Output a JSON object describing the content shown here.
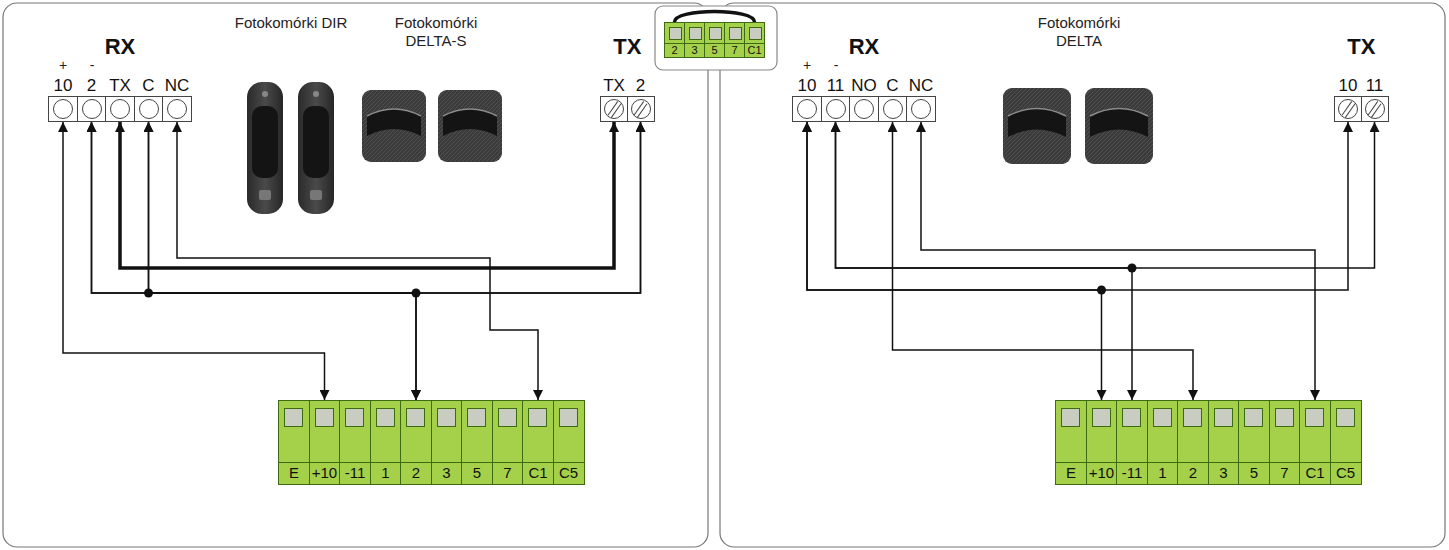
{
  "diagram": {
    "nodes": [
      {
        "text": [
          "RX"
        ]
      },
      {
        "text": [
          "10"
        ],
        "in": 0
      },
      {
        "text": [
          "2"
        ],
        "in": 0
      },
      {
        "text": [
          "TX"
        ],
        "in": 0
      },
      {
        "text": [
          "C"
        ],
        "in": 0
      },
      {
        "text": [
          "NC"
        ],
        "in": 0
      },
      {
        "text": [
          "TX"
        ]
      },
      {
        "text": [
          "TX"
        ],
        "in": 6
      },
      {
        "text": [
          "2"
        ],
        "in": 6
      },
      {},
      {
        "text": [
          "2"
        ],
        "in": 9
      },
      {
        "text": [
          "3"
        ],
        "in": 9
      },
      {
        "text": [
          "5"
        ],
        "in": 9
      },
      {
        "text": [
          "7"
        ],
        "in": 9
      },
      {
        "text": [
          "C1"
        ],
        "in": 9
      },
      {
        "text": [
          "RX"
        ]
      },
      {
        "text": [
          "10"
        ],
        "in": 15
      },
      {
        "text": [
          "11"
        ],
        "in": 15
      },
      {
        "text": [
          "NO"
        ],
        "in": 15
      },
      {
        "text": [
          "C"
        ],
        "in": 15
      },
      {
        "text": [
          "NC"
        ],
        "in": 15
      },
      {
        "text": [
          "TX"
        ]
      },
      {
        "text": [
          "10"
        ],
        "in": 21
      },
      {
        "text": [
          "11"
        ],
        "in": 21
      },
      {},
      {
        "text": [
          "E"
        ],
        "in": 24
      },
      {
        "text": [
          "+10"
        ],
        "in": 24
      },
      {
        "text": [
          "-11"
        ],
        "in": 24
      },
      {
        "text": [
          "1"
        ],
        "in": 24
      },
      {
        "text": [
          "2"
        ],
        "in": 24
      },
      {
        "text": [
          "3"
        ],
        "in": 24
      },
      {
        "text": [
          "5"
        ],
        "in": 24
      },
      {
        "text": [
          "7"
        ],
        "in": 24
      },
      {
        "text": [
          "C1"
        ],
        "in": 24
      },
      {
        "text": [
          "C5"
        ],
        "in": 24
      },
      {},
      {
        "text": [
          "E"
        ],
        "in": 35
      },
      {
        "text": [
          "+10"
        ],
        "in": 35
      },
      {
        "text": [
          "-11"
        ],
        "in": 35
      },
      {
        "text": [
          "1"
        ],
        "in": 35
      },
      {
        "text": [
          "2"
        ],
        "in": 35
      },
      {
        "text": [
          "3"
        ],
        "in": 35
      },
      {
        "text": [
          "5"
        ],
        "in": 35
      },
      {
        "text": [
          "7"
        ],
        "in": 35
      },
      {
        "text": [
          "C1"
        ],
        "in": 35
      },
      {
        "text": [
          "C5"
        ],
        "in": 35
      }
    ],
    "edges": [
      {
        "from": 1,
        "to": 26,
        "arrow": "both"
      },
      {
        "from": 2,
        "to": 8,
        "arrow": "both"
      },
      {
        "from": 2,
        "to": 29,
        "arrow": "both"
      },
      {
        "from": 4,
        "to": 8,
        "arrow": "both"
      },
      {
        "from": 4,
        "to": 29,
        "arrow": "both"
      },
      {
        "from": 3,
        "to": 7,
        "arrow": "both"
      },
      {
        "from": 5,
        "to": 33,
        "arrow": "both"
      },
      {
        "from": 10,
        "to": 14,
        "arrow": "none"
      },
      {
        "from": 16,
        "to": 22,
        "arrow": "both"
      },
      {
        "from": 16,
        "to": 37,
        "arrow": "both"
      },
      {
        "from": 17,
        "to": 23,
        "arrow": "both"
      },
      {
        "from": 17,
        "to": 38,
        "arrow": "both"
      },
      {
        "from": 19,
        "to": 40,
        "arrow": "both"
      },
      {
        "from": 20,
        "to": 44,
        "arrow": "both"
      }
    ],
    "labels": [
      "Fotokomórki DIR",
      "Fotokomórki DELTA-S",
      "+",
      "-",
      "Fotokomórki DELTA",
      "+",
      "-"
    ]
  }
}
